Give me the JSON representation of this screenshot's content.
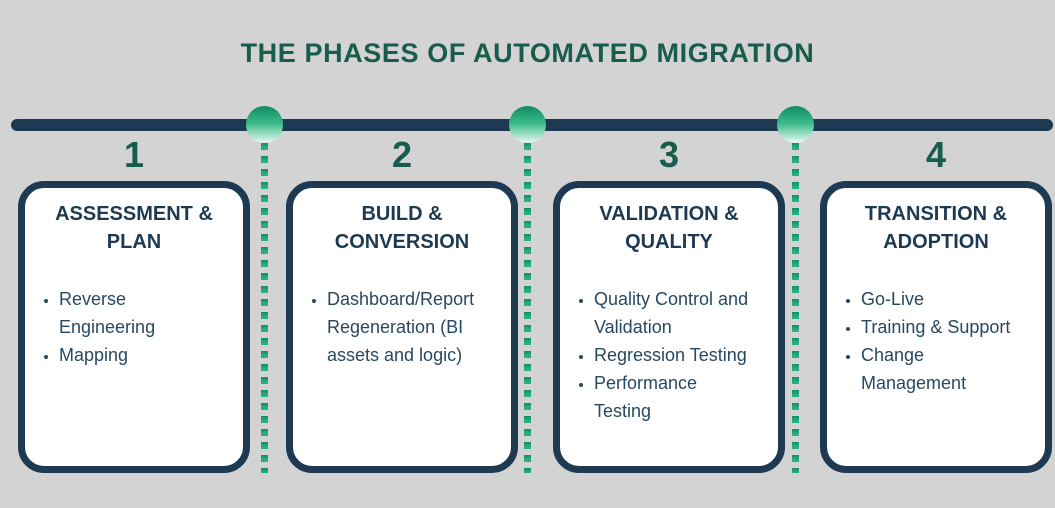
{
  "title": "THE PHASES OF AUTOMATED MIGRATION",
  "colors": {
    "background": "#d3d3d3",
    "timeline_bar": "#1d3a52",
    "card_border": "#1e3a53",
    "card_background": "#ffffff",
    "heading_navy": "#1d3a52",
    "bullet_text": "#274862",
    "accent_green": "#175c4d",
    "dot_gradient_top": "#0f8b62",
    "dot_gradient_bottom": "#eafaf2",
    "dashed_line_green": "#2bb081"
  },
  "timeline": {
    "dot_count": 3,
    "dot_icon": "timeline-milestone-dot"
  },
  "phases": [
    {
      "number": "1",
      "heading": "ASSESSMENT &\nPLAN",
      "bullets": [
        "Reverse\nEngineering",
        "Mapping"
      ]
    },
    {
      "number": "2",
      "heading": "BUILD &\nCONVERSION",
      "bullets": [
        "Dashboard/Report\nRegeneration (BI\nassets and logic)"
      ]
    },
    {
      "number": "3",
      "heading": "VALIDATION &\nQUALITY",
      "bullets": [
        "Quality Control and\nValidation",
        "Regression Testing",
        "Performance\nTesting"
      ]
    },
    {
      "number": "4",
      "heading": "TRANSITION &\nADOPTION",
      "bullets": [
        "Go-Live",
        "Training & Support",
        "Change\nManagement"
      ]
    }
  ]
}
